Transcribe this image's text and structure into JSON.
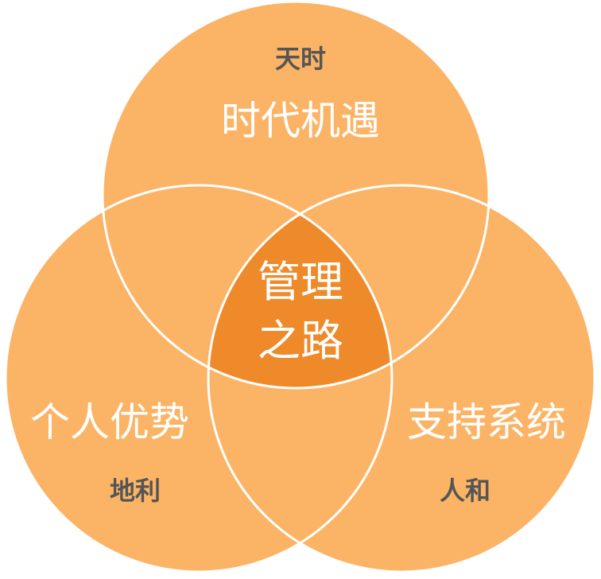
{
  "colors": {
    "circle": "#FBB466",
    "center": "#EE8A2A",
    "stroke": "#FFFFFF",
    "sublabel": "#555555"
  },
  "top": {
    "sub": "天时",
    "title": "时代机遇"
  },
  "left": {
    "sub": "地利",
    "title": "个人优势"
  },
  "right": {
    "sub": "人和",
    "title": "支持系统"
  },
  "center": {
    "line1": "管理",
    "line2": "之路"
  }
}
